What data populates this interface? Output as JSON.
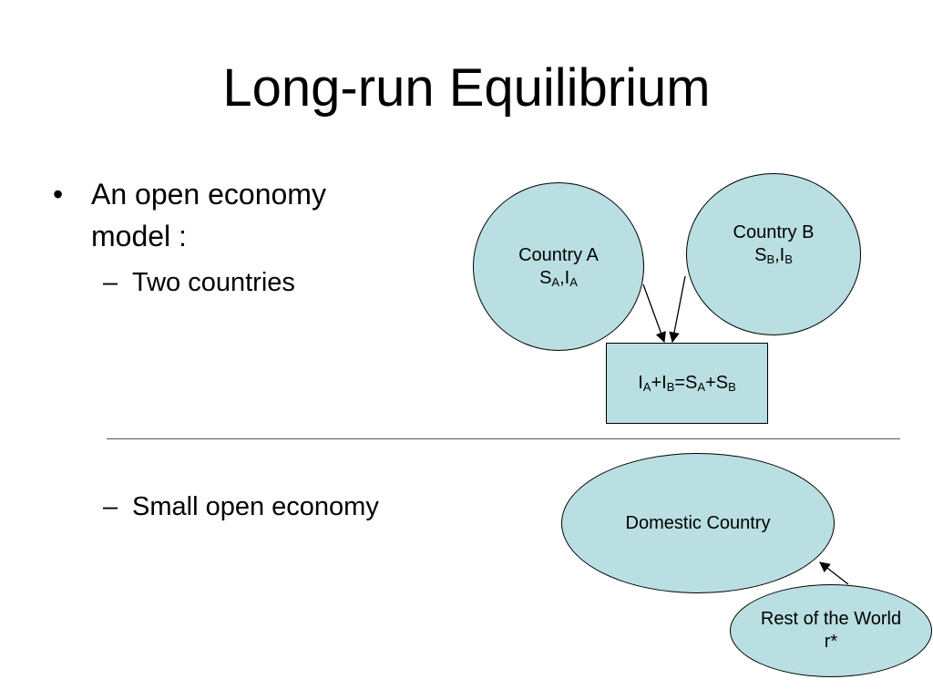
{
  "slide": {
    "title": "Long-run Equilibrium",
    "bullet_1": {
      "mark": "•",
      "line1": "An open economy",
      "line2": "model :"
    },
    "sub_1": {
      "mark": "–",
      "text": "Two countries"
    },
    "sub_2": {
      "mark": "–",
      "text": "Small open economy"
    }
  },
  "diagram": {
    "fill_color": "#b9dfe2",
    "country_a": {
      "name": "Country A",
      "S": "S",
      "S_sub": "A",
      "sep": ",",
      "I": "I",
      "I_sub": "A"
    },
    "country_b": {
      "name": "Country B",
      "S": "S",
      "S_sub": "B",
      "sep": ",",
      "I": "I",
      "I_sub": "B"
    },
    "equilibrium": {
      "t1": "I",
      "s1": "A",
      "t2": "+I",
      "s2": "B",
      "t3": "=S",
      "s3": "A",
      "t4": "+S",
      "s4": "B"
    },
    "domestic": {
      "name": "Domestic Country"
    },
    "rest_of_world": {
      "name": "Rest of the World",
      "rate": "r*"
    }
  }
}
